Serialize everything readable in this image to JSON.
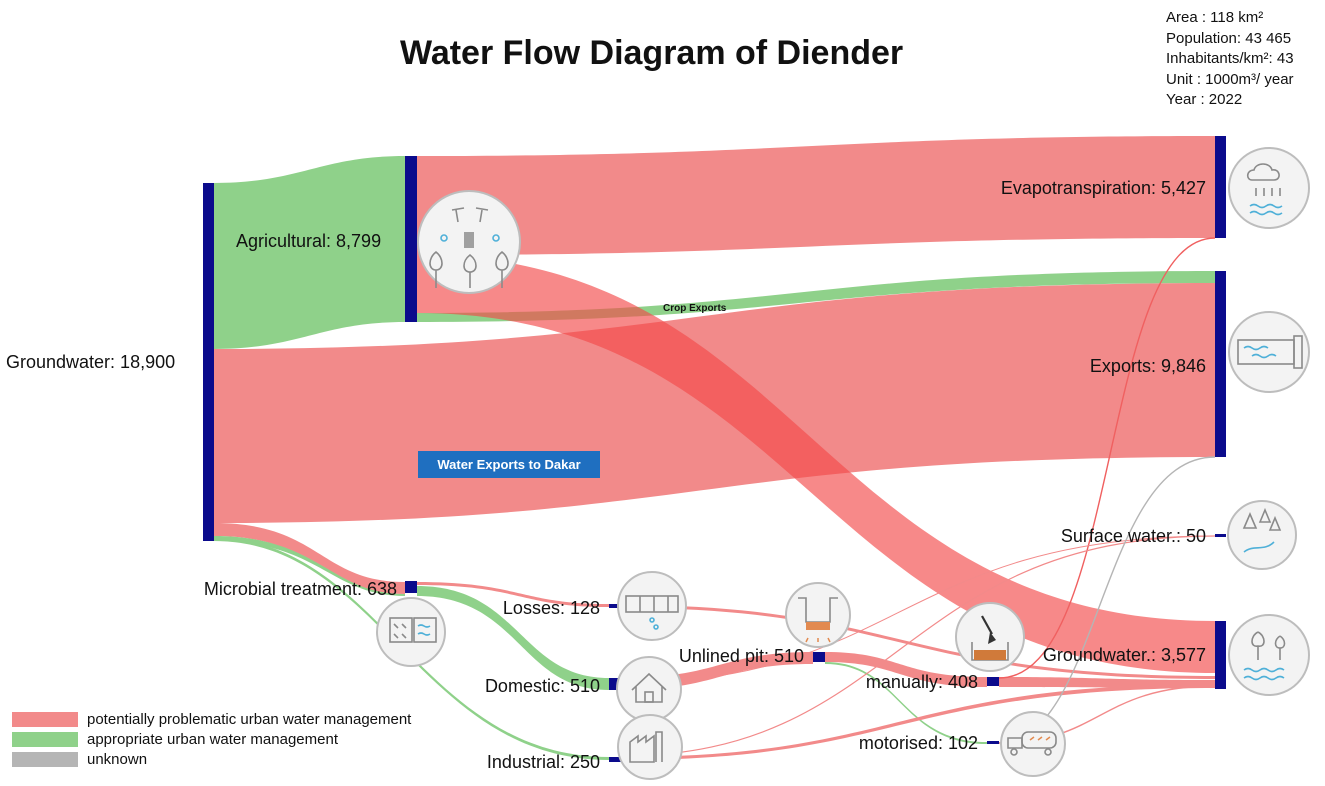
{
  "title": "Water Flow Diagram of Diender",
  "info": {
    "area": "Area : 118 km²",
    "population": "Population:  43 465",
    "density": "Inhabitants/km²: 43",
    "unit": "Unit :  1000m³/ year",
    "year": "Year : 2022"
  },
  "nodes": {
    "groundwater_source": "Groundwater: 18,900",
    "agricultural": "Agricultural: 8,799",
    "evapotranspiration": "Evapotranspiration: 5,427",
    "exports": "Exports: 9,846",
    "surface_water": "Surface water.: 50",
    "groundwater_sink": "Groundwater.: 3,577",
    "microbial_treatment": "Microbial treatment: 638",
    "losses": "Losses: 128",
    "domestic": "Domestic: 510",
    "industrial": "Industrial: 250",
    "unlined_pit": "Unlined pit: 510",
    "manually": "manually: 408",
    "motorised": "motorised: 102"
  },
  "annotations": {
    "crop_exports": "Crop Exports",
    "water_exports": "Water Exports to Dakar"
  },
  "legend": [
    {
      "label": "potentially problematic urban water management",
      "color": "#f28a8a"
    },
    {
      "label": "appropriate urban water management",
      "color": "#8fd18a"
    },
    {
      "label": "unknown",
      "color": "#b5b5b5"
    }
  ],
  "colors": {
    "node": "#0b0b8c",
    "problematic": "#f28a8a",
    "appropriate": "#8fd18a",
    "unknown": "#b5b5b5",
    "annotation_box": "#1f6fc0"
  },
  "icons": {
    "agricultural": "irrigation-icon",
    "evapotranspiration": "evaporation-icon",
    "exports": "pipe-icon",
    "surface_water": "river-icon",
    "groundwater_sink": "groundwater-icon",
    "microbial_treatment": "treatment-icon",
    "losses": "leaking-pipe-icon",
    "domestic": "house-icon",
    "industrial": "factory-icon",
    "unlined_pit": "pit-icon",
    "manually": "shovel-icon",
    "motorised": "truck-icon"
  }
}
